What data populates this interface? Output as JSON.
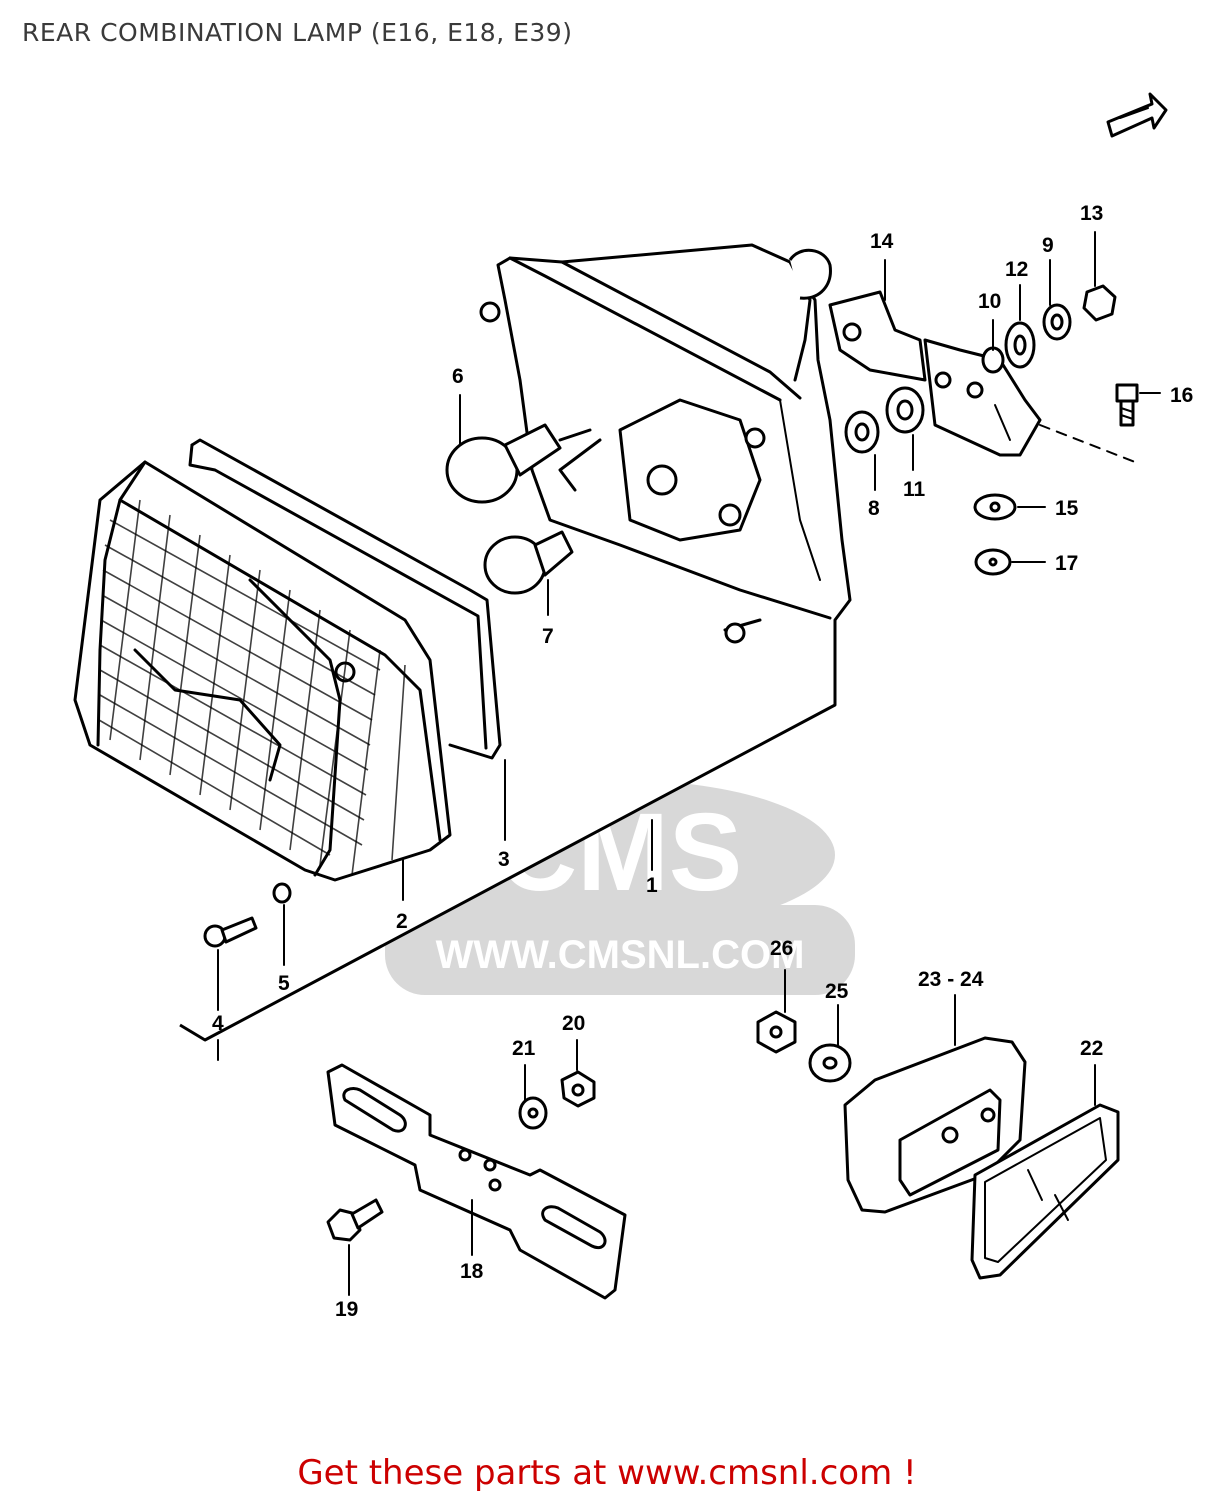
{
  "title": "REAR COMBINATION LAMP (E16, E18, E39)",
  "footer": "Get these parts at www.cmsnl.com !",
  "watermark": {
    "logo_text": "CMS",
    "url_text": "WWW.CMSNL.COM",
    "color": "#d8d8d8"
  },
  "colors": {
    "title": "#3a3a3a",
    "footer": "#cc0000",
    "line": "#000000"
  },
  "callouts": {
    "c1": "1",
    "c2": "2",
    "c3": "3",
    "c4": "4",
    "c5": "5",
    "c6": "6",
    "c7": "7",
    "c8": "8",
    "c9": "9",
    "c10": "10",
    "c11": "11",
    "c12": "12",
    "c13": "13",
    "c14": "14",
    "c15": "15",
    "c16": "16",
    "c17": "17",
    "c18": "18",
    "c19": "19",
    "c20": "20",
    "c21": "21",
    "c22": "22",
    "c2324": "23 - 24",
    "c25": "25",
    "c26": "26"
  }
}
